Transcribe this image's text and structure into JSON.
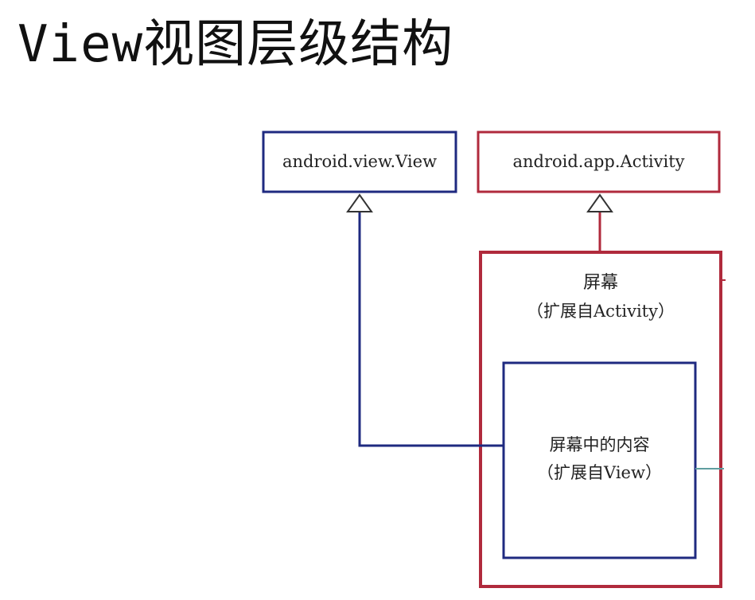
{
  "title": "View视图层级结构",
  "colors": {
    "blue": "#1f2a80",
    "red": "#b02a3c",
    "teal": "#5f9ea0",
    "text": "#222222"
  },
  "nodes": {
    "view": {
      "label": "android.view.View"
    },
    "activity": {
      "label": "android.app.Activity"
    },
    "screen": {
      "line1": "屏幕",
      "line2": "（扩展自Activity）"
    },
    "content": {
      "line1": "屏幕中的内容",
      "line2": "（扩展自View）"
    }
  }
}
